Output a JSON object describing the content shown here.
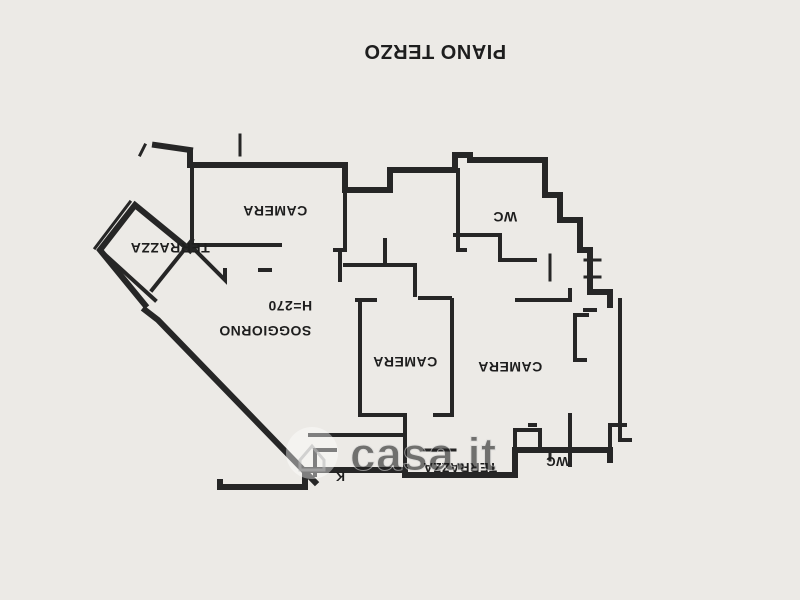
{
  "plan": {
    "title": "PIANO TERZO",
    "rooms": [
      {
        "id": "terrazza-west",
        "label": "TERRAZZA"
      },
      {
        "id": "camera-north",
        "label": "CAMERA"
      },
      {
        "id": "wc-north",
        "label": "WC"
      },
      {
        "id": "soggiorno",
        "label": "SOGGIORNO",
        "note": "H=270"
      },
      {
        "id": "camera-center",
        "label": "CAMERA"
      },
      {
        "id": "camera-east",
        "label": "CAMERA"
      },
      {
        "id": "terrazza-south",
        "label": "TERRAZZA"
      },
      {
        "id": "wc-south",
        "label": "WC"
      },
      {
        "id": "kitchen",
        "label": "K"
      }
    ],
    "orientation": "rotated 180 degrees (upside down)"
  },
  "watermark": {
    "text": "casa.it",
    "color": "#ffffff"
  },
  "colors": {
    "paper": "#eceae6",
    "ink": "#262626"
  }
}
